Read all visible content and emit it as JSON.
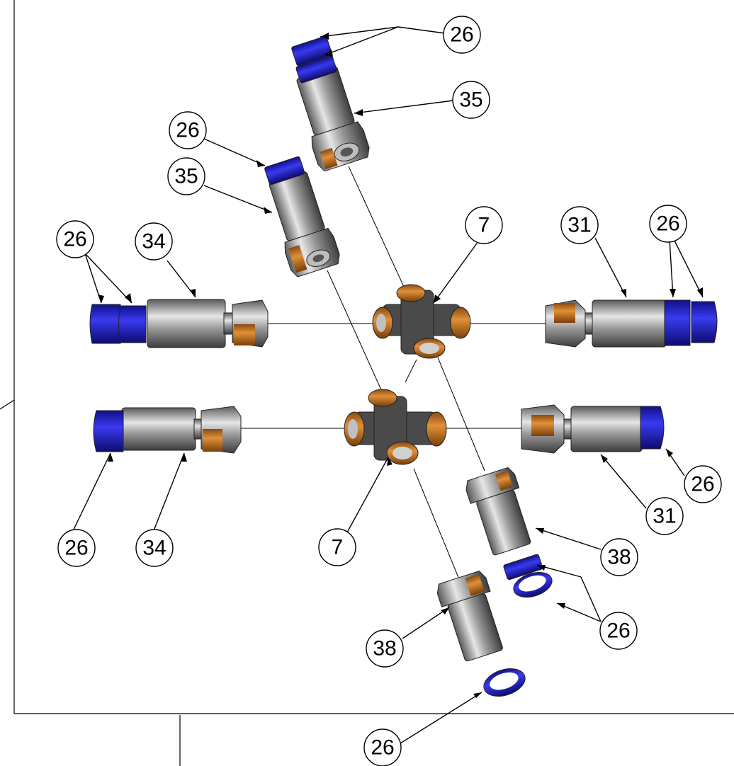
{
  "colors": {
    "blue": "#2222cc",
    "orange": "#c87820",
    "steel": "#8a8a8a",
    "dark": "#3a3a3a"
  },
  "balloons": [
    {
      "id": "b26-top",
      "label": "26"
    },
    {
      "id": "b35-top",
      "label": "35"
    },
    {
      "id": "b26-upper-left",
      "label": "26"
    },
    {
      "id": "b35-upper-left",
      "label": "35"
    },
    {
      "id": "b26-left",
      "label": "26"
    },
    {
      "id": "b34-left",
      "label": "34"
    },
    {
      "id": "b7-upper",
      "label": "7"
    },
    {
      "id": "b31-right",
      "label": "31"
    },
    {
      "id": "b26-right",
      "label": "26"
    },
    {
      "id": "b26-lower-right",
      "label": "26"
    },
    {
      "id": "b31-lower-right",
      "label": "31"
    },
    {
      "id": "b38-right",
      "label": "38"
    },
    {
      "id": "b26-bottom-right",
      "label": "26"
    },
    {
      "id": "b26-lower-left",
      "label": "26"
    },
    {
      "id": "b34-lower-left",
      "label": "34"
    },
    {
      "id": "b7-lower",
      "label": "7"
    },
    {
      "id": "b38-bottom",
      "label": "38"
    },
    {
      "id": "b26-bottom",
      "label": "26"
    }
  ]
}
